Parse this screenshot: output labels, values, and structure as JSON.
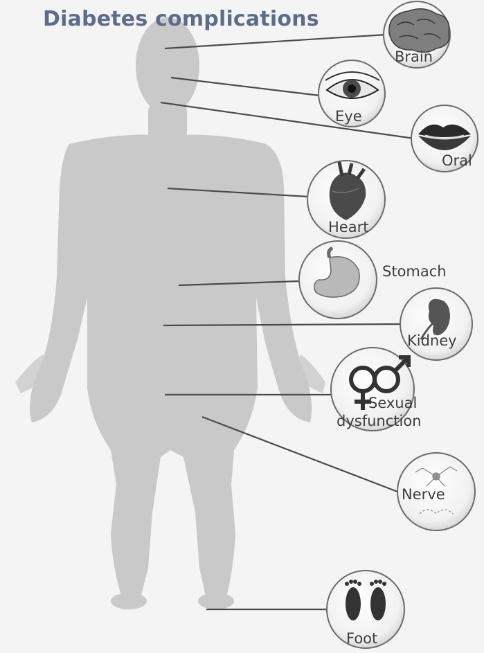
{
  "title": "Diabetes complications",
  "labels": {
    "brain": "Brain",
    "eye": "Eye",
    "oral": "Oral",
    "heart": "Heart",
    "stomach": "Stomach",
    "kidney": "Kidney",
    "sexual_1": "Sexual",
    "sexual_2": "dysfunction",
    "nerve": "Nerve",
    "foot": "Foot"
  },
  "icons": [
    "brain-icon",
    "eye-icon",
    "lips-icon",
    "heart-icon",
    "stomach-icon",
    "kidney-icon",
    "gender-symbols-icon",
    "nerve-cell-icon",
    "footprints-icon"
  ],
  "colors": {
    "title": "#5c6d8c",
    "body_silhouette": "#c9c9c9",
    "leader_line": "#4a4a4a",
    "label_text": "#3e3e3e"
  }
}
